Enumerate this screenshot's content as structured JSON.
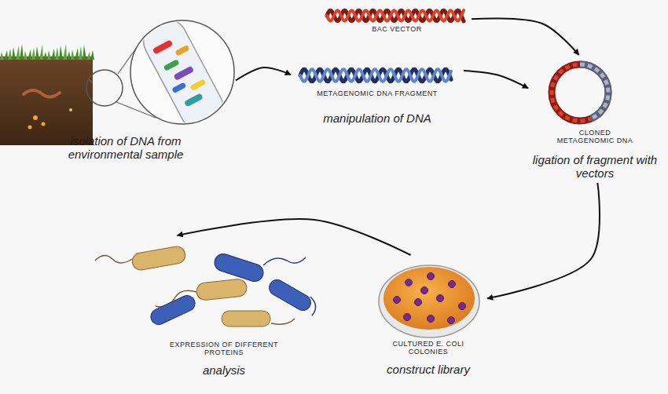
{
  "diagram": {
    "nodes": [
      {
        "text": [
          "isolation of DNA from environmental sample"
        ]
      },
      {
        "text": [
          "BAC VECTOR"
        ]
      },
      {
        "text": [
          "METAGENOMIC DNA FRAGMENT",
          "manipulation of DNA"
        ]
      },
      {
        "text": [
          "CLONED METAGENOMIC DNA",
          "ligation of fragment with vectors"
        ]
      },
      {
        "text": [
          "CULTURED E. COLI COLONIES",
          "construct library"
        ]
      },
      {
        "text": [
          "EXPRESSION OF DIFFERENT PROTEINS",
          "analysis"
        ]
      }
    ],
    "edges": [
      {
        "from": 0,
        "to": 2,
        "arrow": "to"
      },
      {
        "from": 1,
        "to": 3,
        "arrow": "to"
      },
      {
        "from": 2,
        "to": 3,
        "arrow": "to"
      },
      {
        "from": 3,
        "to": 4,
        "arrow": "to"
      },
      {
        "from": 4,
        "to": 5,
        "arrow": "to"
      }
    ]
  }
}
